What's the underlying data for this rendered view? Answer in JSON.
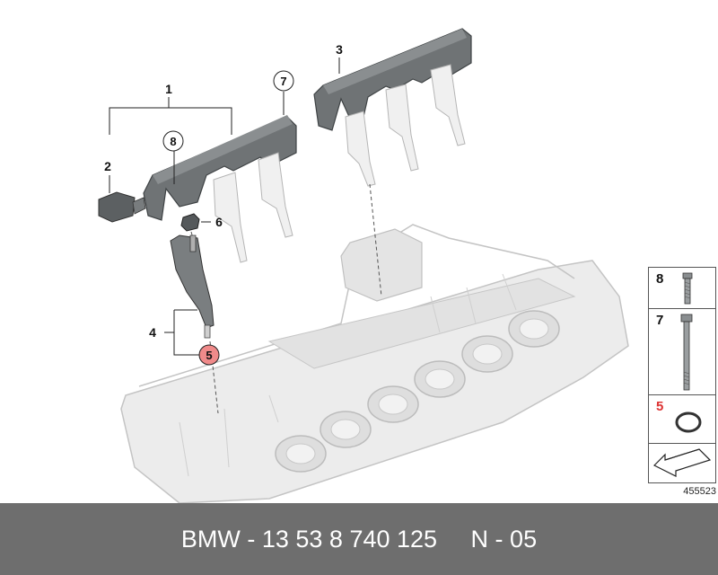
{
  "callouts": {
    "c1": "1",
    "c2": "2",
    "c3": "3",
    "c4": "4",
    "c5": "5",
    "c6": "6",
    "c7": "7",
    "c8": "8"
  },
  "side_panel": {
    "cells": [
      {
        "label": "8",
        "icon": "bolt-short-icon"
      },
      {
        "label": "7",
        "icon": "bolt-long-icon"
      },
      {
        "label": "5",
        "icon": "seal-ring-icon"
      },
      {
        "label": "",
        "icon": "arrow-icon"
      }
    ]
  },
  "drawing_number": "455523",
  "footer": {
    "text": "BMW - 13 53 8 740 125     N - 05"
  },
  "colors": {
    "rail": "#6f7375",
    "rail_dark": "#4d5153",
    "engine": "#e8e8e8",
    "engine_line": "#bdbdbd",
    "highlight": "#f08a8a",
    "footer_bg": "#6e6e6e"
  }
}
